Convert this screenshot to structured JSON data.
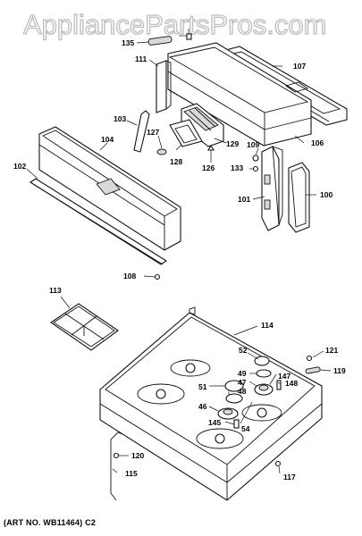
{
  "watermark": {
    "text": "AppliancePartsPros.com",
    "color": "#bdbdbd"
  },
  "art_number": "(ART NO. WB11464) C2",
  "labels": {
    "107": "107",
    "135": "135",
    "111": "111",
    "103": "103",
    "104": "104",
    "127": "127",
    "129": "129",
    "128": "128",
    "109": "109",
    "106": "106",
    "133": "133",
    "126": "126",
    "102": "102",
    "101": "101",
    "100": "100",
    "108": "108",
    "113": "113",
    "114": "114",
    "52": "52",
    "121": "121",
    "49": "49",
    "119": "119",
    "147": "147",
    "148": "148",
    "47": "47",
    "51": "51",
    "48": "48",
    "46": "46",
    "54": "54",
    "145": "145",
    "120": "120",
    "115": "115",
    "117": "117"
  }
}
